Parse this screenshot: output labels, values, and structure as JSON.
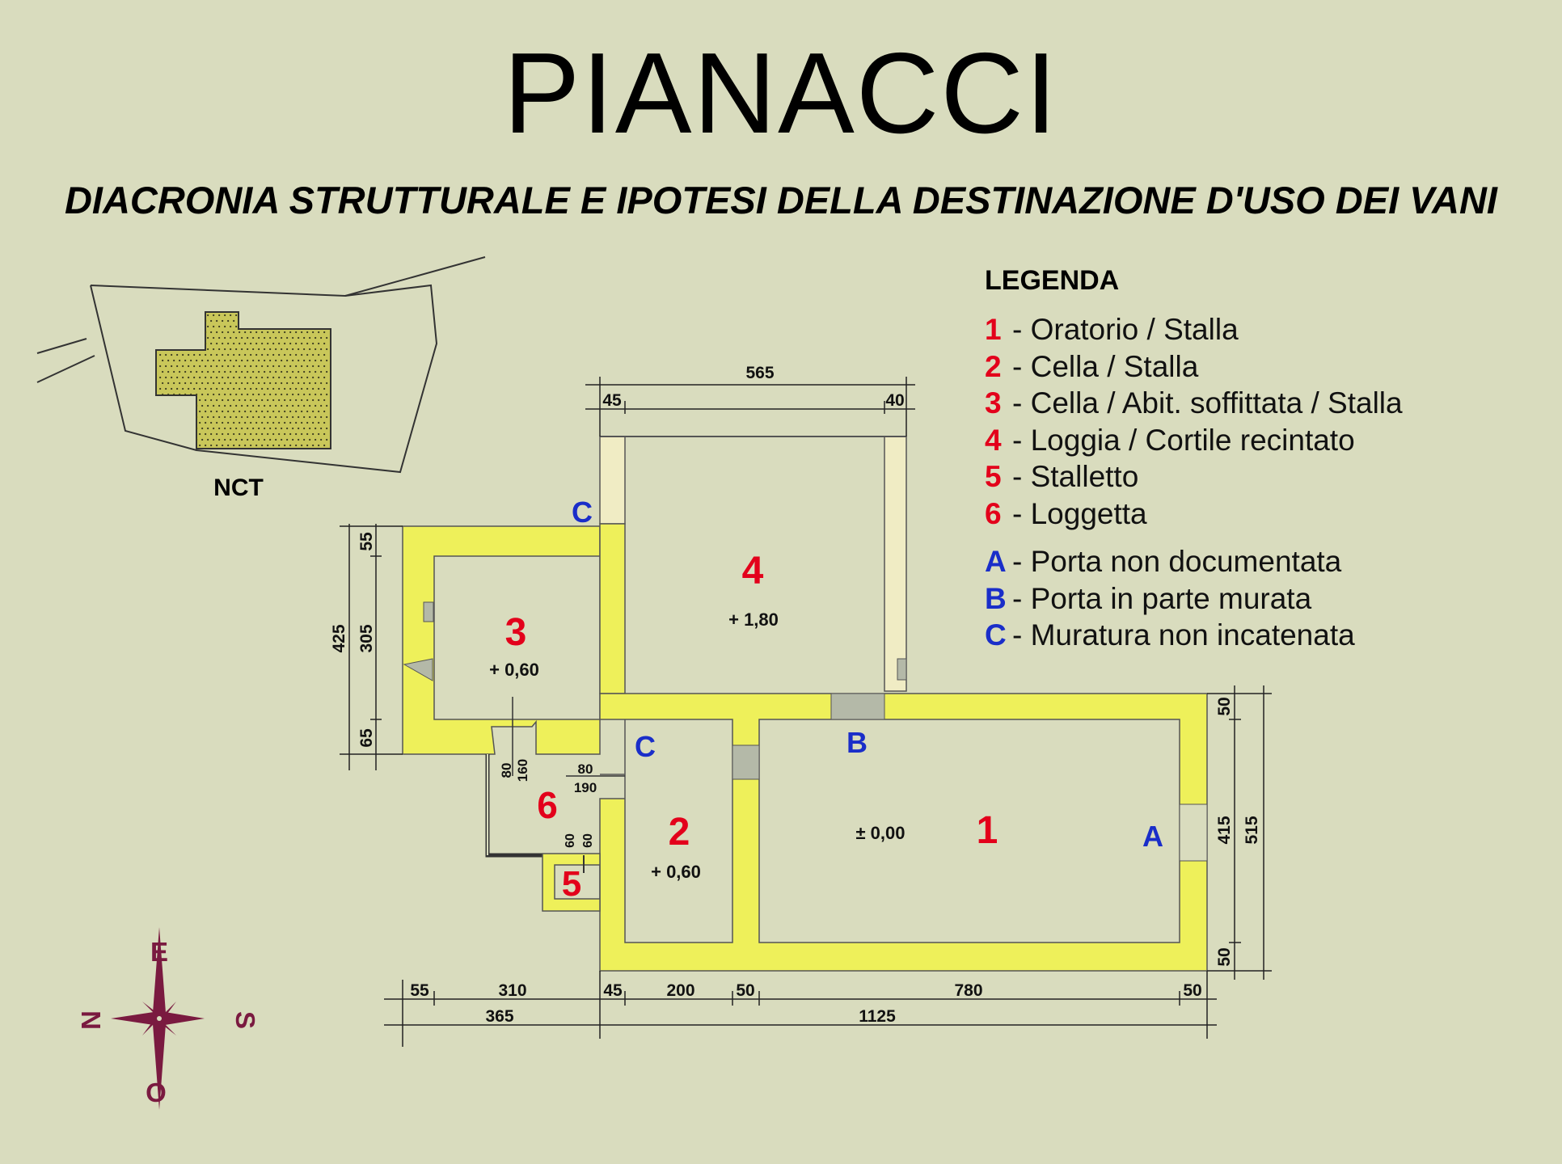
{
  "title": "PIANACCI",
  "subtitle": "DIACRONIA STRUTTURALE E IPOTESI DELLA DESTINAZIONE D'USO DEI VANI",
  "legend": {
    "title": "LEGENDA",
    "rooms": [
      {
        "key": "1",
        "text": "- Oratorio / Stalla"
      },
      {
        "key": "2",
        "text": "- Cella / Stalla"
      },
      {
        "key": "3",
        "text": "- Cella / Abit. soffittata / Stalla"
      },
      {
        "key": "4",
        "text": "- Loggia / Cortile recintato"
      },
      {
        "key": "5",
        "text": "- Stalletto"
      },
      {
        "key": "6",
        "text": "- Loggetta"
      }
    ],
    "features": [
      {
        "key": "A",
        "text": "- Porta non documentata"
      },
      {
        "key": "B",
        "text": "- Porta in parte murata"
      },
      {
        "key": "C",
        "text": "- Muratura non incatenata"
      }
    ]
  },
  "site_map": {
    "label": "NCT"
  },
  "compass": {
    "north": "N",
    "south": "S",
    "east": "E",
    "west": "O"
  },
  "plan": {
    "rooms": [
      {
        "number": "1",
        "level": "± 0,00"
      },
      {
        "number": "2",
        "level": "+ 0,60"
      },
      {
        "number": "3",
        "level": "+ 0,60"
      },
      {
        "number": "4",
        "level": "+ 1,80"
      },
      {
        "number": "5",
        "level": ""
      },
      {
        "number": "6",
        "level": ""
      }
    ],
    "markers": {
      "A": "A",
      "B": "B",
      "C": "C"
    },
    "dimensions": {
      "top_total": "565",
      "top_left": "45",
      "top_right": "40",
      "left_total": "425",
      "left_a": "55",
      "left_b": "305",
      "left_c": "65",
      "right_total": "515",
      "right_a": "50",
      "right_b": "415",
      "right_c": "50",
      "bottom_row1": [
        "55",
        "310",
        "45",
        "200",
        "50",
        "780",
        "50"
      ],
      "bottom_row2": [
        "365",
        "1125"
      ],
      "door6_a": "80",
      "door6_b": "160",
      "door2_a": "80",
      "door2_b": "190",
      "door5_a": "60",
      "door5_b": "60"
    }
  },
  "colors": {
    "background": "#d9dcbe",
    "wall": "#eef05a",
    "pale_wall": "#f0ecc4",
    "infill": "#b4b9a8",
    "room_number": "#e3001b",
    "marker": "#1a2ec9",
    "compass": "#7a1a40"
  }
}
